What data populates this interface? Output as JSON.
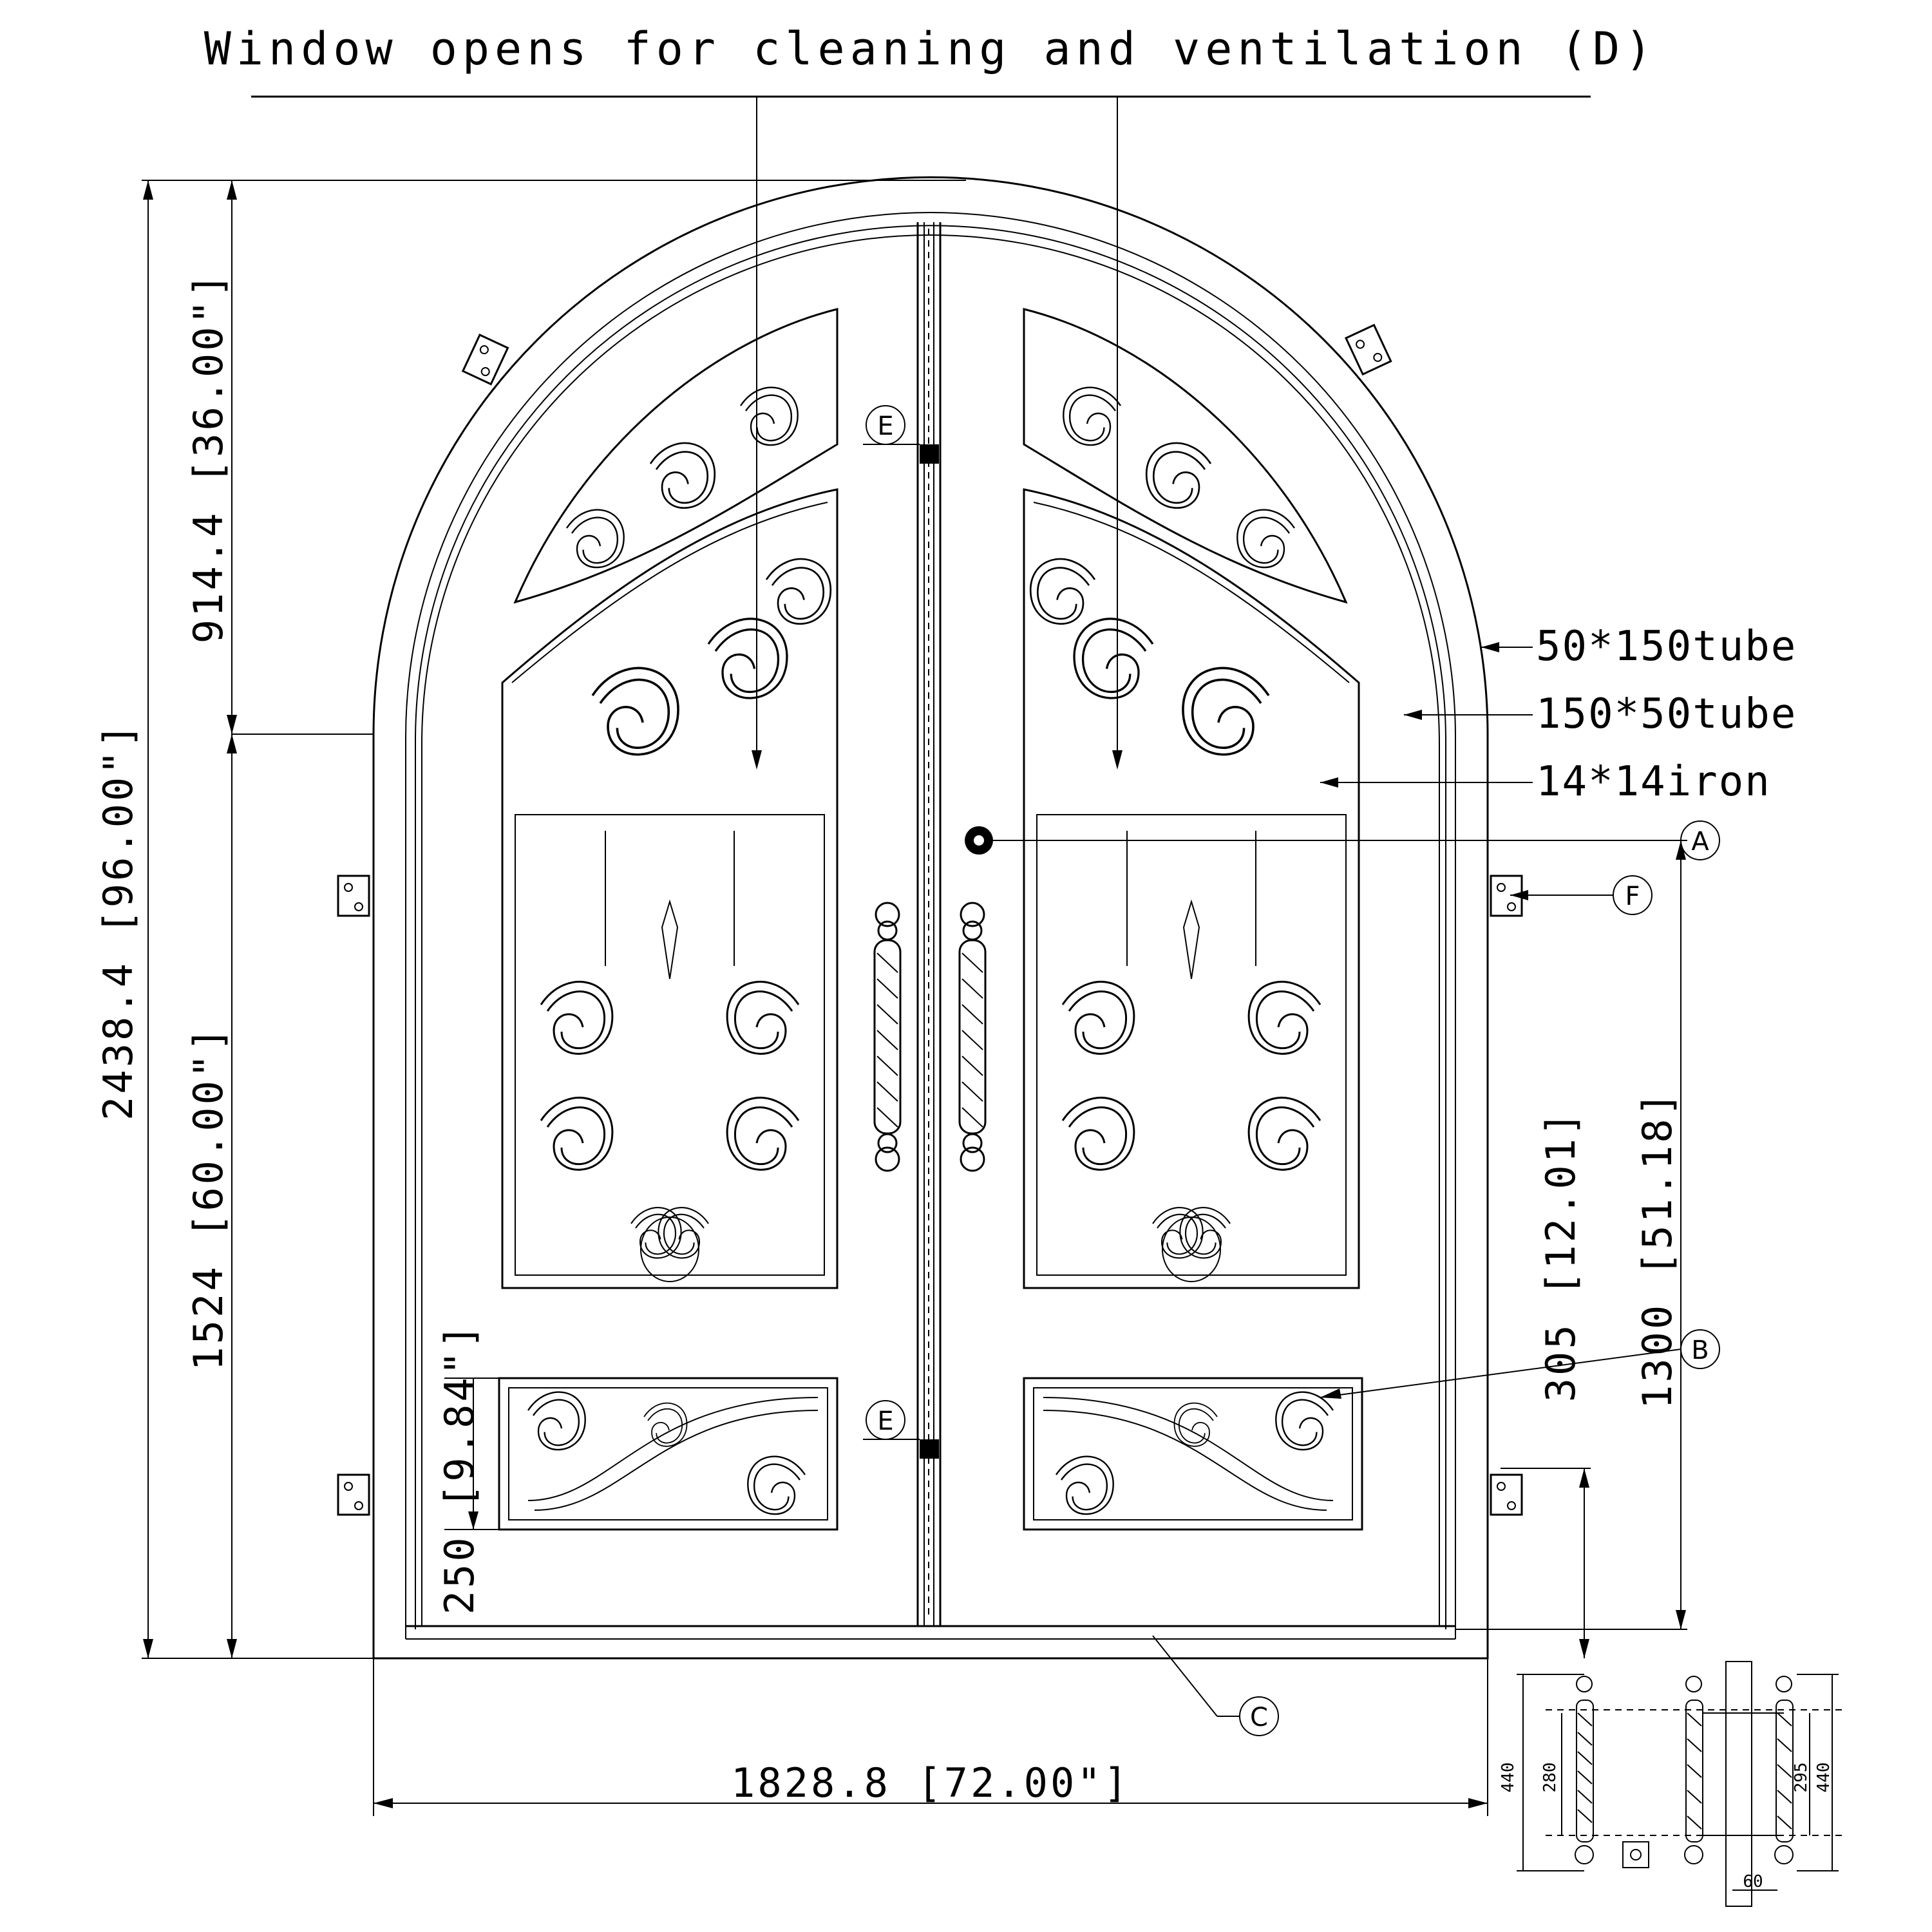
{
  "title": "Window opens for cleaning and ventilation (D)",
  "dimensions": {
    "total_height": "2438.4 [96.00\"]",
    "arch_height": "914.4 [36.00\"]",
    "lower_height": "1524 [60.00\"]",
    "total_width": "1828.8 [72.00\"]",
    "lower_panel": "250 [9.84\"]",
    "hinge_to_bottom": "305 [12.01]",
    "lock_to_bottom": "1300 [51.18]"
  },
  "callouts": {
    "outer_tube": "50*150tube",
    "inner_tube": "150*50tube",
    "iron": "14*14iron"
  },
  "bubbles": [
    "A",
    "B",
    "C",
    "E",
    "E",
    "F"
  ],
  "handle_detail": {
    "left_height": "440",
    "left_inner": "280",
    "right_inner": "295",
    "right_height": "440",
    "depth": "60"
  }
}
